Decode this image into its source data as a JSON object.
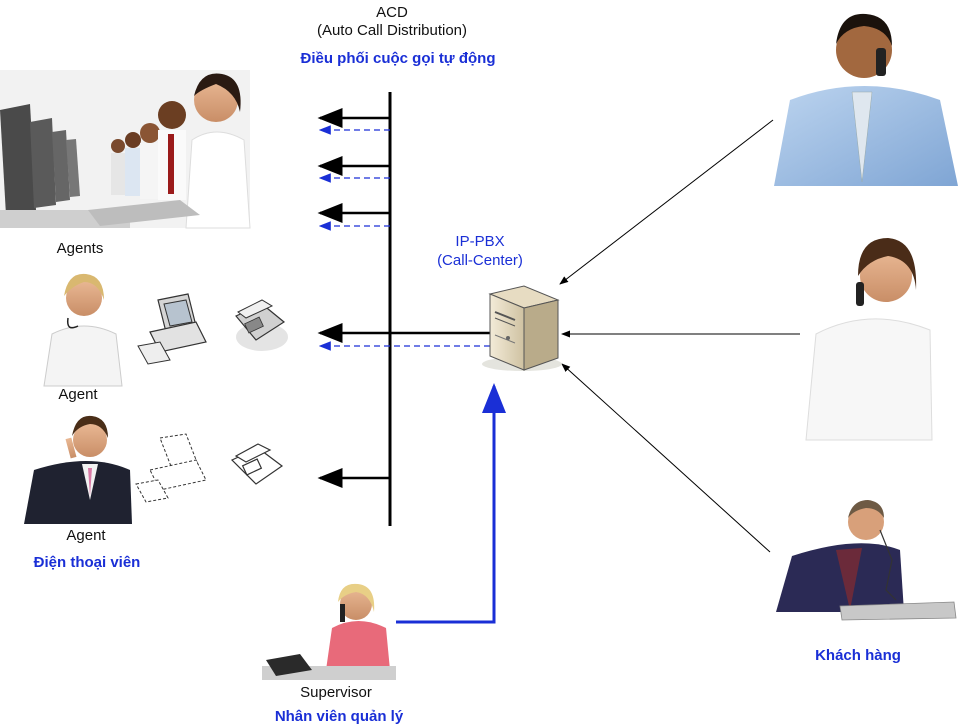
{
  "acd": {
    "line1": "ACD",
    "line2": "(Auto Call Distribution)",
    "subtitle": "Điều phối cuộc gọi tự động"
  },
  "pbx": {
    "line1": "IP-PBX",
    "line2": "(Call-Center)"
  },
  "agents": {
    "group_label": "Agents",
    "agent1_label": "Agent",
    "agent2_label": "Agent",
    "caption": "Điện thoại viên"
  },
  "supervisor": {
    "label": "Supervisor",
    "caption": "Nhân viên quản lý"
  },
  "customers": {
    "caption": "Khách hàng"
  },
  "colors": {
    "accent_blue": "#1a2fd6",
    "line_black": "#000000"
  }
}
